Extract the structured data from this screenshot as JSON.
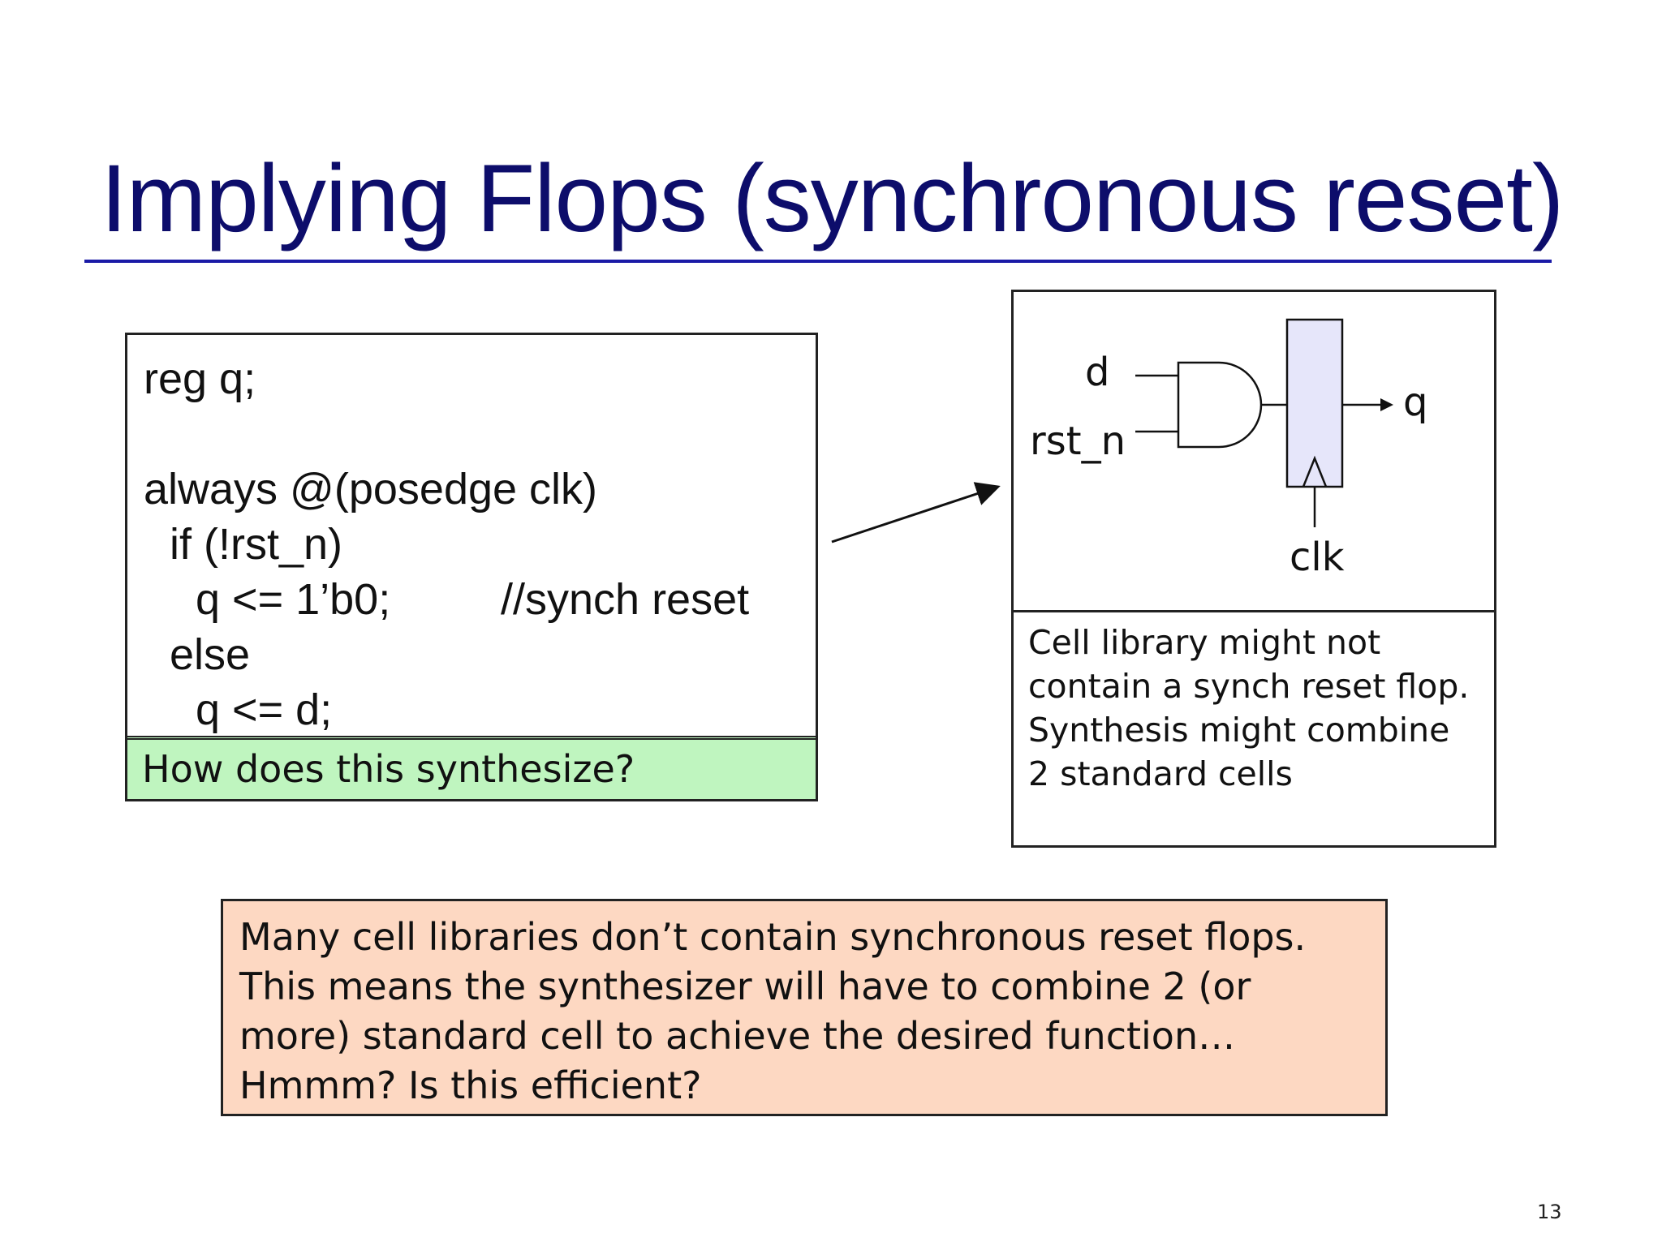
{
  "title": "Implying Flops (synchronous reset)",
  "code": {
    "lines": [
      {
        "text": "reg q;",
        "indent": 0
      },
      {
        "text": "",
        "indent": 0
      },
      {
        "text": "always @(posedge clk)",
        "indent": 0
      },
      {
        "text": "if (!rst_n)",
        "indent": 1
      },
      {
        "text": "q <= 1’b0;",
        "indent": 2,
        "comment": "//synch reset"
      },
      {
        "text": "else",
        "indent": 1
      },
      {
        "text": "q <= d;",
        "indent": 2
      }
    ],
    "question": "How does this synthesize?"
  },
  "diagram": {
    "labels": {
      "d": "d",
      "rst_n": "rst_n",
      "q": "q",
      "clk": "clk"
    },
    "flop_fill": "#e6e6fa",
    "caption": "Cell library might not contain a synch reset flop.  Synthesis might combine 2 standard cells"
  },
  "note": "Many cell libraries don’t contain synchronous reset flops.  This means the synthesizer will have to combine 2 (or more) standard cell to achieve the desired function… Hmmm?  Is this efficient?",
  "page_number": "13"
}
